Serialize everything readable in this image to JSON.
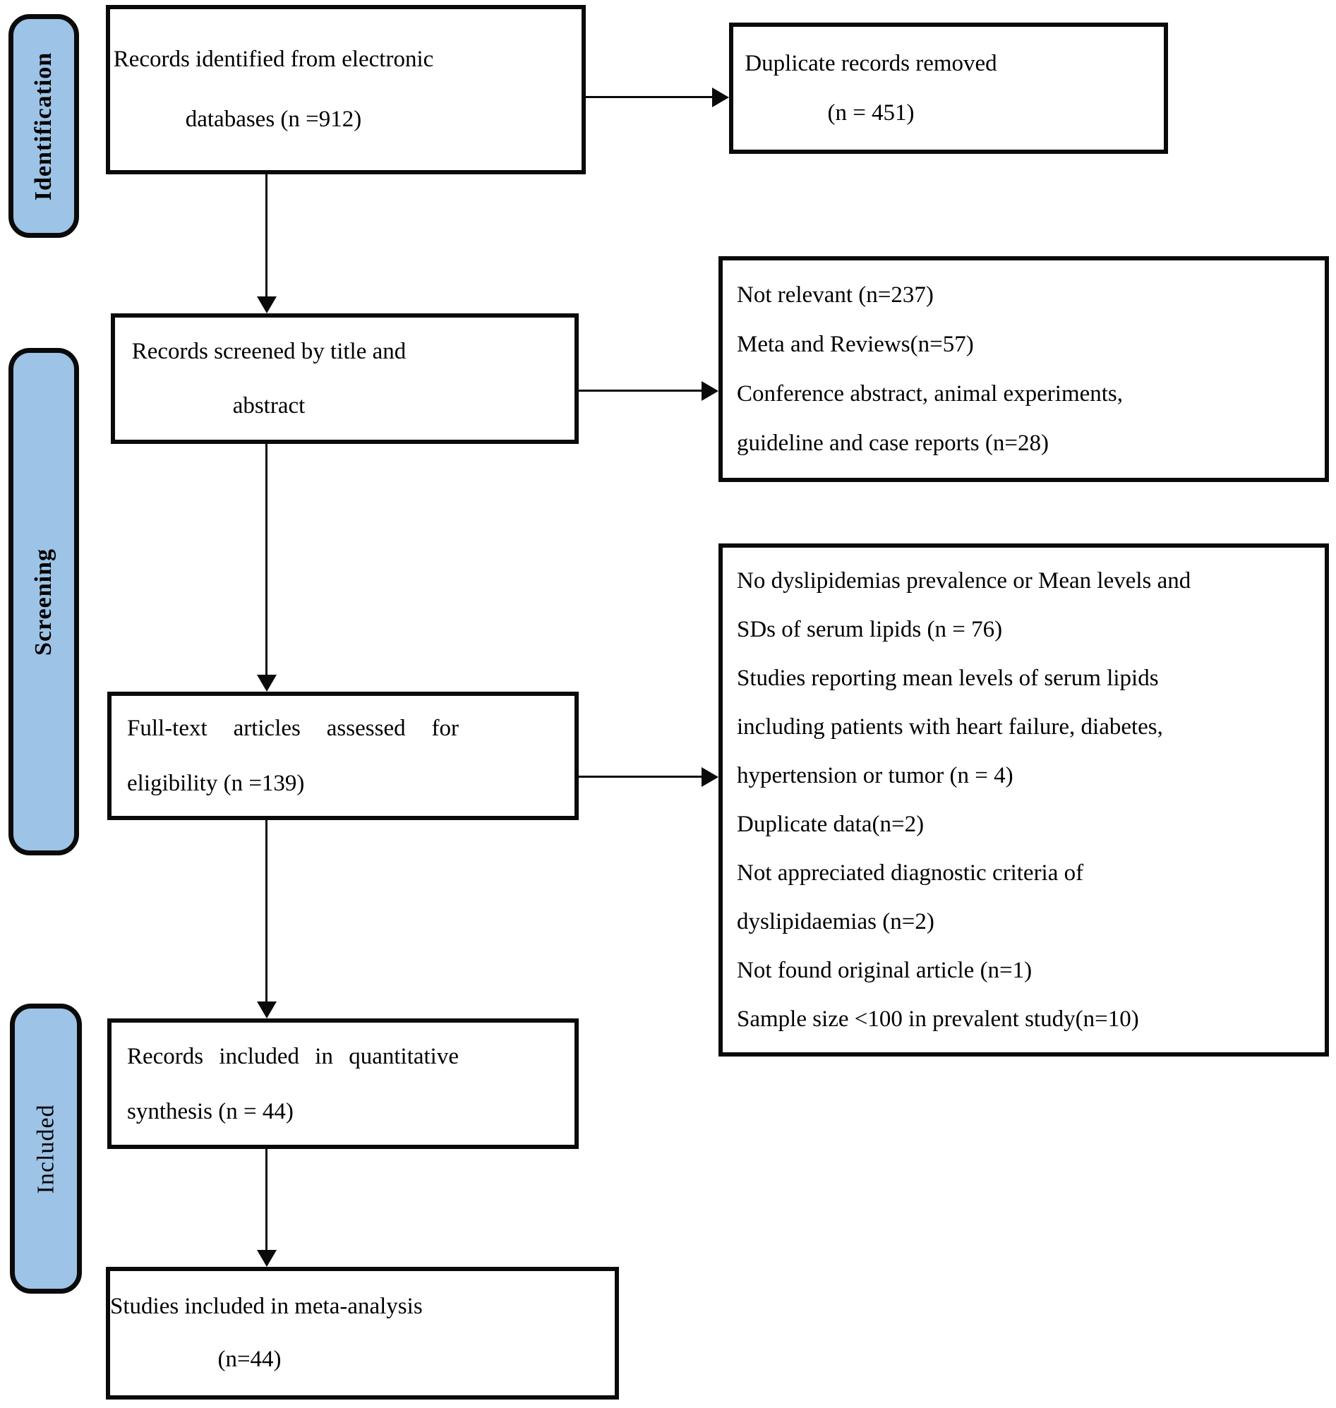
{
  "diagram": {
    "title": "PRISMA study selection flow diagram",
    "stages": [
      {
        "label": "Identification"
      },
      {
        "label": "Screening"
      },
      {
        "label": "Included"
      }
    ],
    "boxes": {
      "identified": {
        "lines": [
          "Records identified from electronic",
          "databases (n =912)"
        ]
      },
      "duplicates_removed": {
        "lines": [
          "Duplicate records removed",
          "(n = 451)"
        ]
      },
      "screened": {
        "lines": [
          "Records screened by title and",
          "abstract"
        ]
      },
      "screening_exclusions": {
        "lines": [
          "Not relevant (n=237)",
          "Meta and Reviews(n=57)",
          "Conference abstract, animal experiments,",
          "guideline and case reports (n=28)"
        ]
      },
      "fulltext": {
        "lines": [
          "Full-text articles assessed for",
          "eligibility (n =139)"
        ]
      },
      "fulltext_exclusions": {
        "lines": [
          "No dyslipidemias prevalence or Mean levels and",
          "SDs of serum lipids (n = 76)",
          "Studies reporting mean levels of serum lipids",
          "including patients with heart failure, diabetes,",
          "hypertension or tumor (n = 4)",
          "Duplicate data(n=2)",
          "Not appreciated diagnostic criteria of",
          "dyslipidaemias (n=2)",
          "Not found original article (n=1)",
          "Sample size <100 in prevalent study(n=10)"
        ]
      },
      "quantitative": {
        "lines": [
          "Records included in quantitative",
          "synthesis (n = 44)"
        ]
      },
      "meta_analysis": {
        "lines": [
          "Studies included in meta-analysis",
          "(n=44)"
        ]
      }
    },
    "counts": {
      "identified": 912,
      "duplicates_removed": 451,
      "screened_excluded_not_relevant": 237,
      "screened_excluded_meta_reviews": 57,
      "screened_excluded_other": 28,
      "fulltext_assessed": 139,
      "quantitative_synthesis": 44,
      "meta_analysis": 44
    },
    "colors": {
      "stage_fill": "#9DC3E6",
      "line": "#0a0a0a",
      "box_fill": "#ffffff"
    }
  }
}
